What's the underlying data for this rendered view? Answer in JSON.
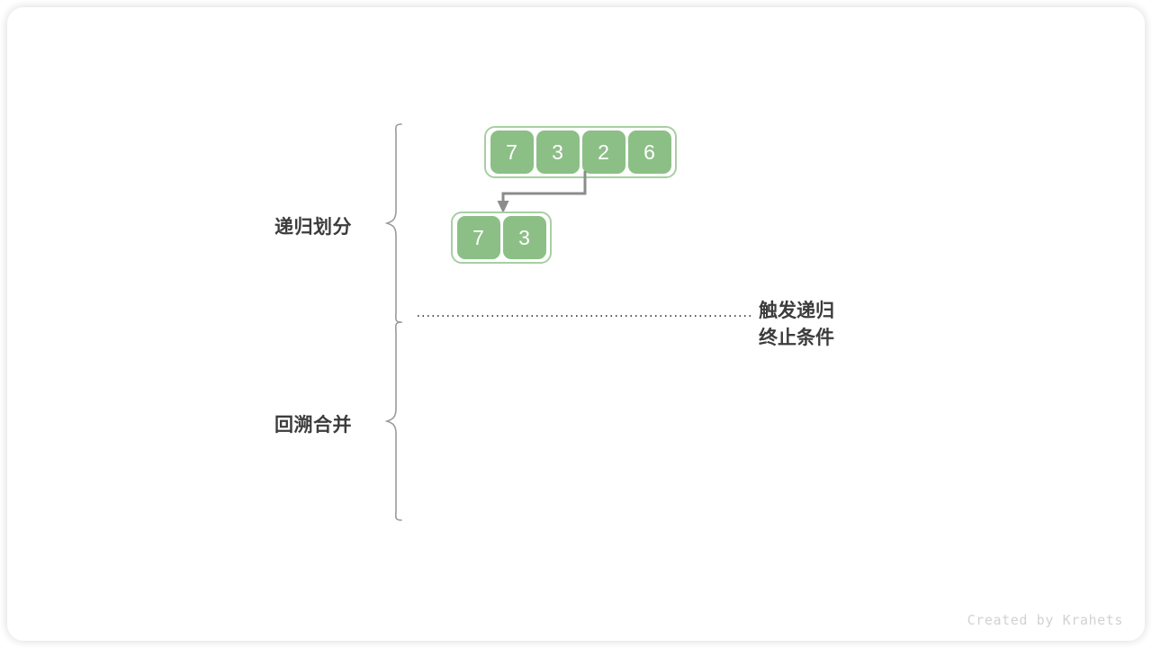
{
  "diagram": {
    "title": "merge-sort-recursive-partition-and-merge",
    "labels": {
      "divide": "递归划分",
      "merge": "回溯合并"
    },
    "annotation": {
      "line1": "触发递归",
      "line2": "终止条件"
    },
    "arrays": [
      {
        "name": "root-array",
        "values": [
          "7",
          "3",
          "2",
          "6"
        ]
      },
      {
        "name": "left-subarray",
        "values": [
          "7",
          "3"
        ]
      }
    ],
    "colors": {
      "cell_fill": "#8cbf86",
      "array_border": "#a7cfa2",
      "cell_text": "#ffffff",
      "label_text": "#3c3c3c",
      "arrow": "#8c8c8c",
      "brace": "#9a9a9a",
      "dotted": "#555555",
      "watermark": "#d2d2d2",
      "background": "#ffffff"
    }
  },
  "watermark": "Created by Krahets"
}
